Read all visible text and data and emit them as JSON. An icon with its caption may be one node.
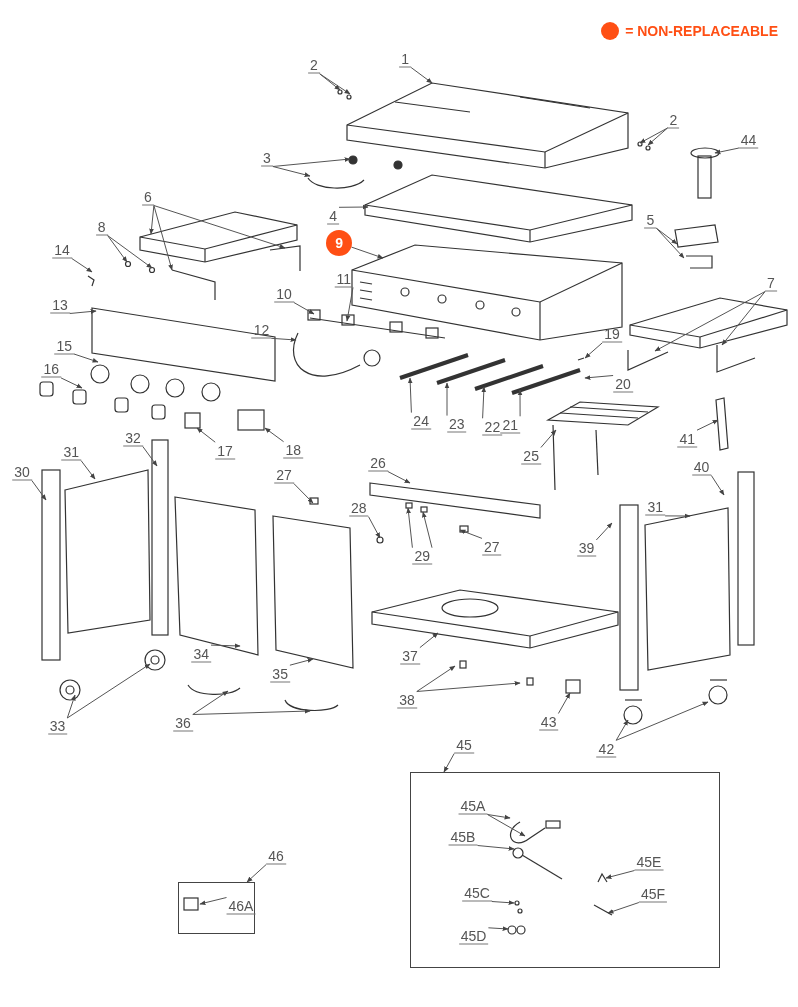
{
  "diagram": {
    "nodes": [
      {
        "text": [
          "1"
        ]
      },
      {
        "text": [
          "2"
        ]
      },
      {
        "text": [
          "2"
        ]
      },
      {
        "text": [
          "44"
        ]
      },
      {
        "text": [
          "3"
        ]
      },
      {
        "text": [
          "4"
        ]
      },
      {
        "text": [
          "5"
        ]
      },
      {
        "text": [
          "6"
        ]
      },
      {
        "text": [
          "7"
        ]
      },
      {
        "text": [
          "9"
        ]
      },
      {
        "text": [
          "8"
        ]
      },
      {
        "text": [
          "14"
        ]
      },
      {
        "text": [
          "13"
        ]
      },
      {
        "text": [
          "10"
        ]
      },
      {
        "text": [
          "11"
        ]
      },
      {
        "text": [
          "12"
        ]
      },
      {
        "text": [
          "15"
        ]
      },
      {
        "text": [
          "16"
        ]
      },
      {
        "text": [
          "19"
        ]
      },
      {
        "text": [
          "20"
        ]
      },
      {
        "text": [
          "17"
        ]
      },
      {
        "text": [
          "18"
        ]
      },
      {
        "text": [
          "24"
        ]
      },
      {
        "text": [
          "23"
        ]
      },
      {
        "text": [
          "22"
        ]
      },
      {
        "text": [
          "21"
        ]
      },
      {
        "text": [
          "25"
        ]
      },
      {
        "text": [
          "41"
        ]
      },
      {
        "text": [
          "26"
        ]
      },
      {
        "text": [
          "32"
        ]
      },
      {
        "text": [
          "31"
        ]
      },
      {
        "text": [
          "30"
        ]
      },
      {
        "text": [
          "27"
        ]
      },
      {
        "text": [
          "28"
        ]
      },
      {
        "text": [
          "29"
        ]
      },
      {
        "text": [
          "27"
        ]
      },
      {
        "text": [
          "40"
        ]
      },
      {
        "text": [
          "31"
        ]
      },
      {
        "text": [
          "39"
        ]
      },
      {
        "text": [
          "37"
        ]
      },
      {
        "text": [
          "34"
        ]
      },
      {
        "text": [
          "35"
        ]
      },
      {
        "text": [
          "33"
        ]
      },
      {
        "text": [
          "36"
        ]
      },
      {
        "text": [
          "38"
        ]
      },
      {
        "text": [
          "43"
        ]
      },
      {
        "text": [
          "42"
        ]
      },
      {
        "text": [
          "45"
        ]
      },
      {
        "text": [],
        "shape": "box"
      },
      {
        "text": [
          "45A"
        ],
        "in": 48
      },
      {
        "text": [
          "45B"
        ],
        "in": 48
      },
      {
        "text": [
          "45C"
        ],
        "in": 48
      },
      {
        "text": [
          "45D"
        ],
        "in": 48
      },
      {
        "text": [
          "45E"
        ],
        "in": 48
      },
      {
        "text": [
          "45F"
        ],
        "in": 48
      },
      {
        "text": [
          "46"
        ]
      },
      {
        "text": [],
        "shape": "box"
      },
      {
        "text": [
          "46A"
        ],
        "in": 56
      }
    ],
    "edges": [
      {
        "from": 0,
        "to": null,
        "arrow": "to"
      },
      {
        "from": 1,
        "to": null,
        "arrow": "to"
      },
      {
        "from": 1,
        "to": null,
        "arrow": "to"
      },
      {
        "from": 2,
        "to": null,
        "arrow": "to"
      },
      {
        "from": 2,
        "to": null,
        "arrow": "to"
      },
      {
        "from": 3,
        "to": null,
        "arrow": "to"
      },
      {
        "from": 4,
        "to": null,
        "arrow": "to"
      },
      {
        "from": 4,
        "to": null,
        "arrow": "to"
      },
      {
        "from": 5,
        "to": null,
        "arrow": "to"
      },
      {
        "from": 6,
        "to": null,
        "arrow": "to"
      },
      {
        "from": 6,
        "to": null,
        "arrow": "to"
      },
      {
        "from": 7,
        "to": null,
        "arrow": "to"
      },
      {
        "from": 7,
        "to": null,
        "arrow": "to"
      },
      {
        "from": 7,
        "to": null,
        "arrow": "to"
      },
      {
        "from": 8,
        "to": null,
        "arrow": "to"
      },
      {
        "from": 8,
        "to": null,
        "arrow": "to"
      },
      {
        "from": 9,
        "to": null,
        "arrow": "to"
      },
      {
        "from": 10,
        "to": null,
        "arrow": "to"
      },
      {
        "from": 10,
        "to": null,
        "arrow": "to"
      },
      {
        "from": 11,
        "to": null,
        "arrow": "to"
      },
      {
        "from": 12,
        "to": null,
        "arrow": "to"
      },
      {
        "from": 13,
        "to": null,
        "arrow": "to"
      },
      {
        "from": 14,
        "to": null,
        "arrow": "to"
      },
      {
        "from": 15,
        "to": null,
        "arrow": "to"
      },
      {
        "from": 16,
        "to": null,
        "arrow": "to"
      },
      {
        "from": 17,
        "to": null,
        "arrow": "to"
      },
      {
        "from": 18,
        "to": null,
        "arrow": "to"
      },
      {
        "from": 19,
        "to": null,
        "arrow": "to"
      },
      {
        "from": 20,
        "to": null,
        "arrow": "to"
      },
      {
        "from": 21,
        "to": null,
        "arrow": "to"
      },
      {
        "from": 22,
        "to": null,
        "arrow": "to"
      },
      {
        "from": 23,
        "to": null,
        "arrow": "to"
      },
      {
        "from": 24,
        "to": null,
        "arrow": "to"
      },
      {
        "from": 25,
        "to": null,
        "arrow": "to"
      },
      {
        "from": 26,
        "to": null,
        "arrow": "to"
      },
      {
        "from": 27,
        "to": null,
        "arrow": "to"
      },
      {
        "from": 28,
        "to": null,
        "arrow": "to"
      },
      {
        "from": 29,
        "to": null,
        "arrow": "to"
      },
      {
        "from": 30,
        "to": null,
        "arrow": "to"
      },
      {
        "from": 31,
        "to": null,
        "arrow": "to"
      },
      {
        "from": 32,
        "to": null,
        "arrow": "to"
      },
      {
        "from": 33,
        "to": null,
        "arrow": "to"
      },
      {
        "from": 34,
        "to": null,
        "arrow": "to"
      },
      {
        "from": 34,
        "to": null,
        "arrow": "to"
      },
      {
        "from": 35,
        "to": null,
        "arrow": "to"
      },
      {
        "from": 36,
        "to": null,
        "arrow": "to"
      },
      {
        "from": 37,
        "to": null,
        "arrow": "to"
      },
      {
        "from": 38,
        "to": null,
        "arrow": "to"
      },
      {
        "from": 39,
        "to": null,
        "arrow": "to"
      },
      {
        "from": 40,
        "to": null,
        "arrow": "to"
      },
      {
        "from": 41,
        "to": null,
        "arrow": "to"
      },
      {
        "from": 42,
        "to": null,
        "arrow": "to"
      },
      {
        "from": 42,
        "to": null,
        "arrow": "to"
      },
      {
        "from": 43,
        "to": null,
        "arrow": "to"
      },
      {
        "from": 43,
        "to": null,
        "arrow": "to"
      },
      {
        "from": 44,
        "to": null,
        "arrow": "to"
      },
      {
        "from": 44,
        "to": null,
        "arrow": "to"
      },
      {
        "from": 45,
        "to": null,
        "arrow": "to"
      },
      {
        "from": 46,
        "to": null,
        "arrow": "to"
      },
      {
        "from": 46,
        "to": null,
        "arrow": "to"
      },
      {
        "from": 47,
        "to": 48,
        "arrow": "to"
      },
      {
        "from": 49,
        "to": null,
        "arrow": "to"
      },
      {
        "from": 49,
        "to": null,
        "arrow": "to"
      },
      {
        "from": 50,
        "to": null,
        "arrow": "to"
      },
      {
        "from": 51,
        "to": null,
        "arrow": "to"
      },
      {
        "from": 52,
        "to": null,
        "arrow": "to"
      },
      {
        "from": 53,
        "to": null,
        "arrow": "to"
      },
      {
        "from": 54,
        "to": null,
        "arrow": "to"
      },
      {
        "from": 55,
        "to": 56,
        "arrow": "to"
      },
      {
        "from": 57,
        "to": null,
        "arrow": "to"
      }
    ],
    "legend": [
      {
        "text": "= NON-REPLACEABLE",
        "color": "#ff4f14"
      }
    ]
  }
}
